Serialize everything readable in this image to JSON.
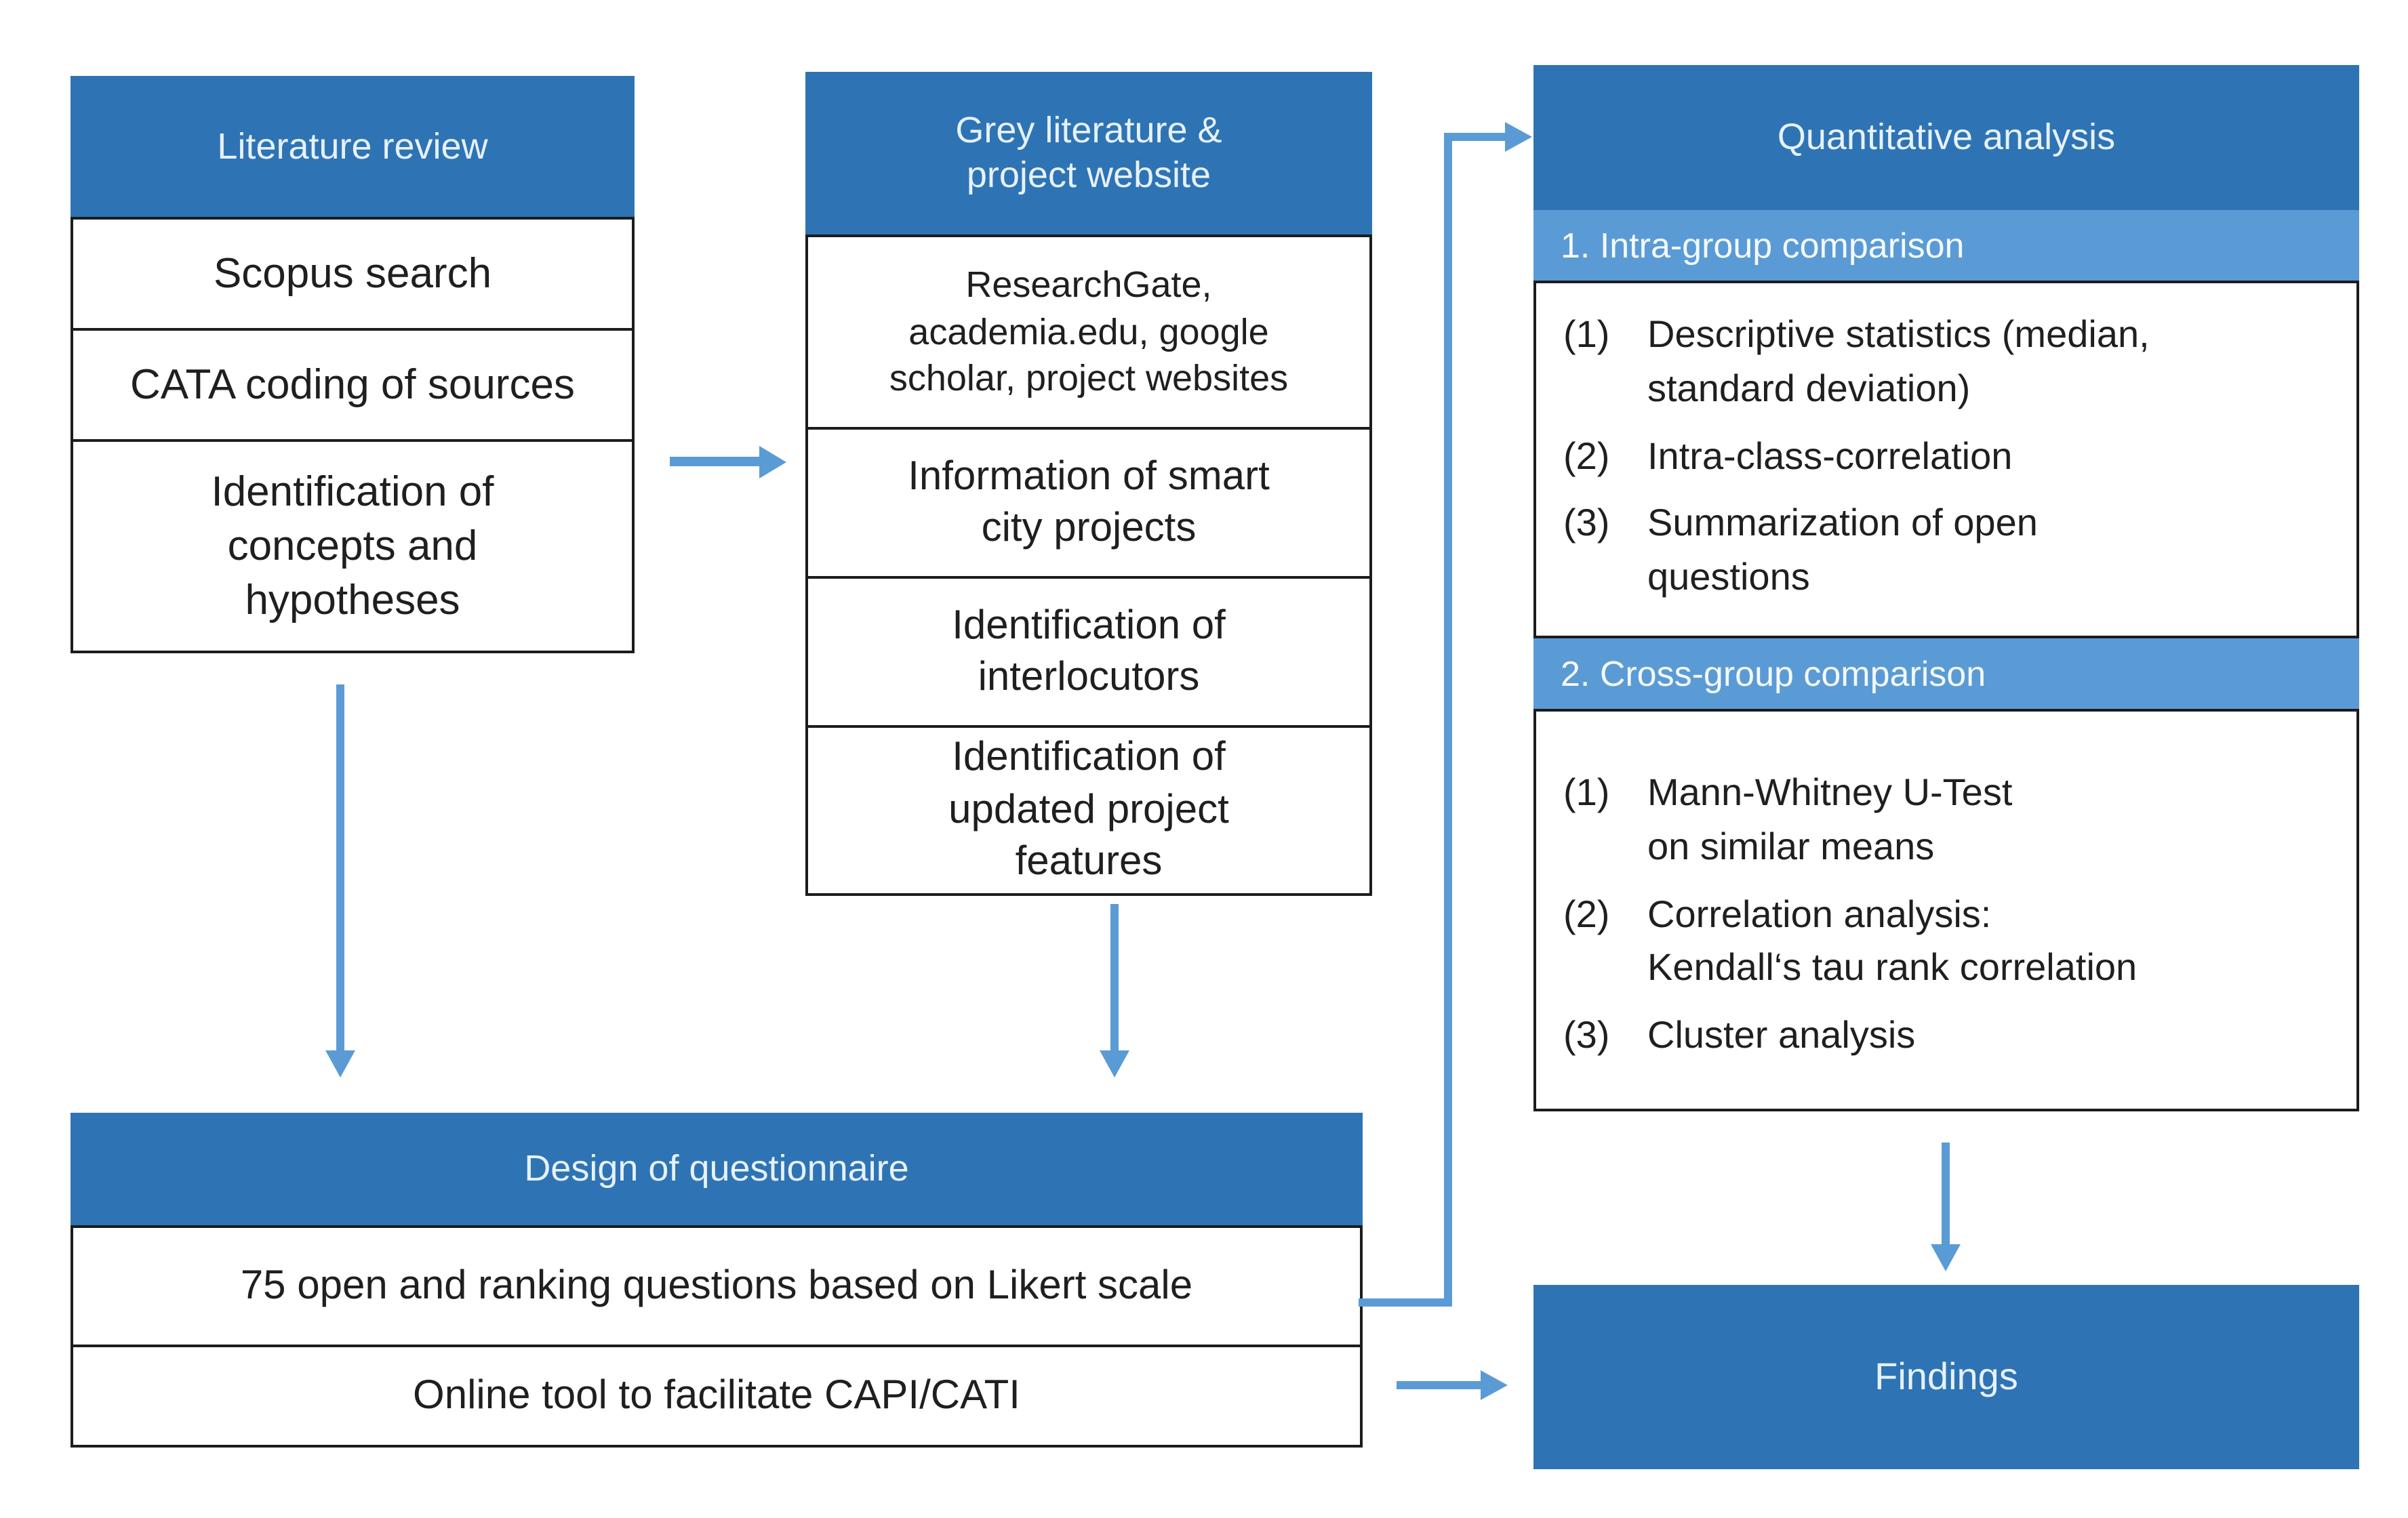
{
  "colors": {
    "header_blue": "#2e74b5",
    "subheader_blue": "#5b9bd5",
    "arrow_blue": "#5b9bd5",
    "border_dark": "#1c1c1c",
    "text_dark": "#1f1f1f",
    "header_text": "#e7f1fa",
    "band_text": "#f4f9fd"
  },
  "boxes": {
    "literature": {
      "title": "Literature review",
      "rows": [
        "Scopus search",
        "CATA coding of sources",
        "Identification of\nconcepts and\nhypotheses"
      ]
    },
    "grey_literature": {
      "title": "Grey literature &\nproject website",
      "rows": [
        "ResearchGate,\nacademia.edu, google\nscholar, project websites",
        "Information of smart\ncity projects",
        "Identification of\ninterlocutors",
        "Identification of\nupdated project\nfeatures"
      ]
    },
    "quantitative": {
      "title": "Quantitative analysis",
      "sections": [
        {
          "heading": "1. Intra-group comparison",
          "items": [
            {
              "num": "(1)",
              "text": "Descriptive statistics (median,\nstandard deviation)"
            },
            {
              "num": "(2)",
              "text": "Intra-class-correlation"
            },
            {
              "num": "(3)",
              "text": "Summarization of open\nquestions"
            }
          ]
        },
        {
          "heading": "2. Cross-group comparison",
          "items": [
            {
              "num": "(1)",
              "text": "Mann-Whitney U-Test\non similar means"
            },
            {
              "num": "(2)",
              "text": "Correlation analysis:\nKendall‘s tau rank correlation"
            },
            {
              "num": "(3)",
              "text": "Cluster analysis"
            }
          ]
        }
      ]
    },
    "design": {
      "title": "Design of questionnaire",
      "rows": [
        "75 open and ranking questions based on Likert scale",
        "Online tool to facilitate CAPI/CATI"
      ]
    },
    "findings": {
      "title": "Findings"
    }
  }
}
